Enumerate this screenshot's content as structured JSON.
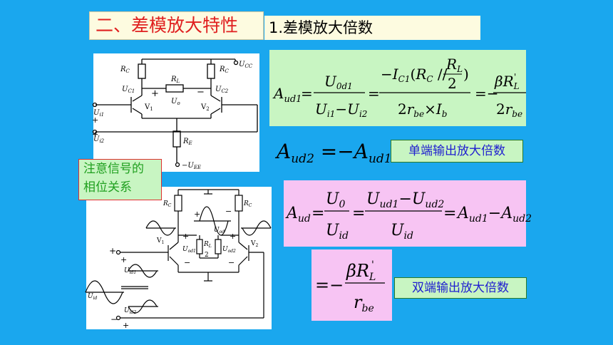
{
  "slide": {
    "title": "二、差模放大特性",
    "subtitle": "1.差模放大倍数",
    "note_line1": "注意信号的",
    "note_line2": "相位关系",
    "label_single_ended": "单端输出放大倍数",
    "label_double_ended": "双端输出放大倍数"
  },
  "circuit_top": {
    "labels": [
      "R",
      "C",
      "R",
      "C",
      "U",
      "CC",
      "R",
      "L",
      "U",
      "C1",
      "U",
      "C2",
      "U",
      "o",
      "V",
      "1",
      "V",
      "2",
      "U",
      "i1",
      "U",
      "i2",
      "R",
      "E",
      "−U",
      "EE",
      "+",
      "−",
      "+",
      "+"
    ]
  },
  "circuit_bottom": {
    "labels": [
      "R",
      "C",
      "R",
      "C",
      "U",
      "od",
      "U",
      "od1",
      "U",
      "od2",
      "V",
      "1",
      "V",
      "2",
      "R",
      "L",
      "2",
      "U",
      "id1",
      "U",
      "id2",
      "U",
      "id",
      "+",
      "−",
      "+",
      "+",
      "+",
      "+",
      "−",
      "−",
      "−"
    ]
  },
  "formulas": {
    "f1_lhs": "A",
    "f1_lhs_sub": "ud1",
    "f2_lhs": "A",
    "f2_lhs_sub": "ud2",
    "f3_lhs": "A",
    "f3_lhs_sub": "ud",
    "f4_rhs": "βR",
    "f4_rhs_sub": "L"
  }
}
